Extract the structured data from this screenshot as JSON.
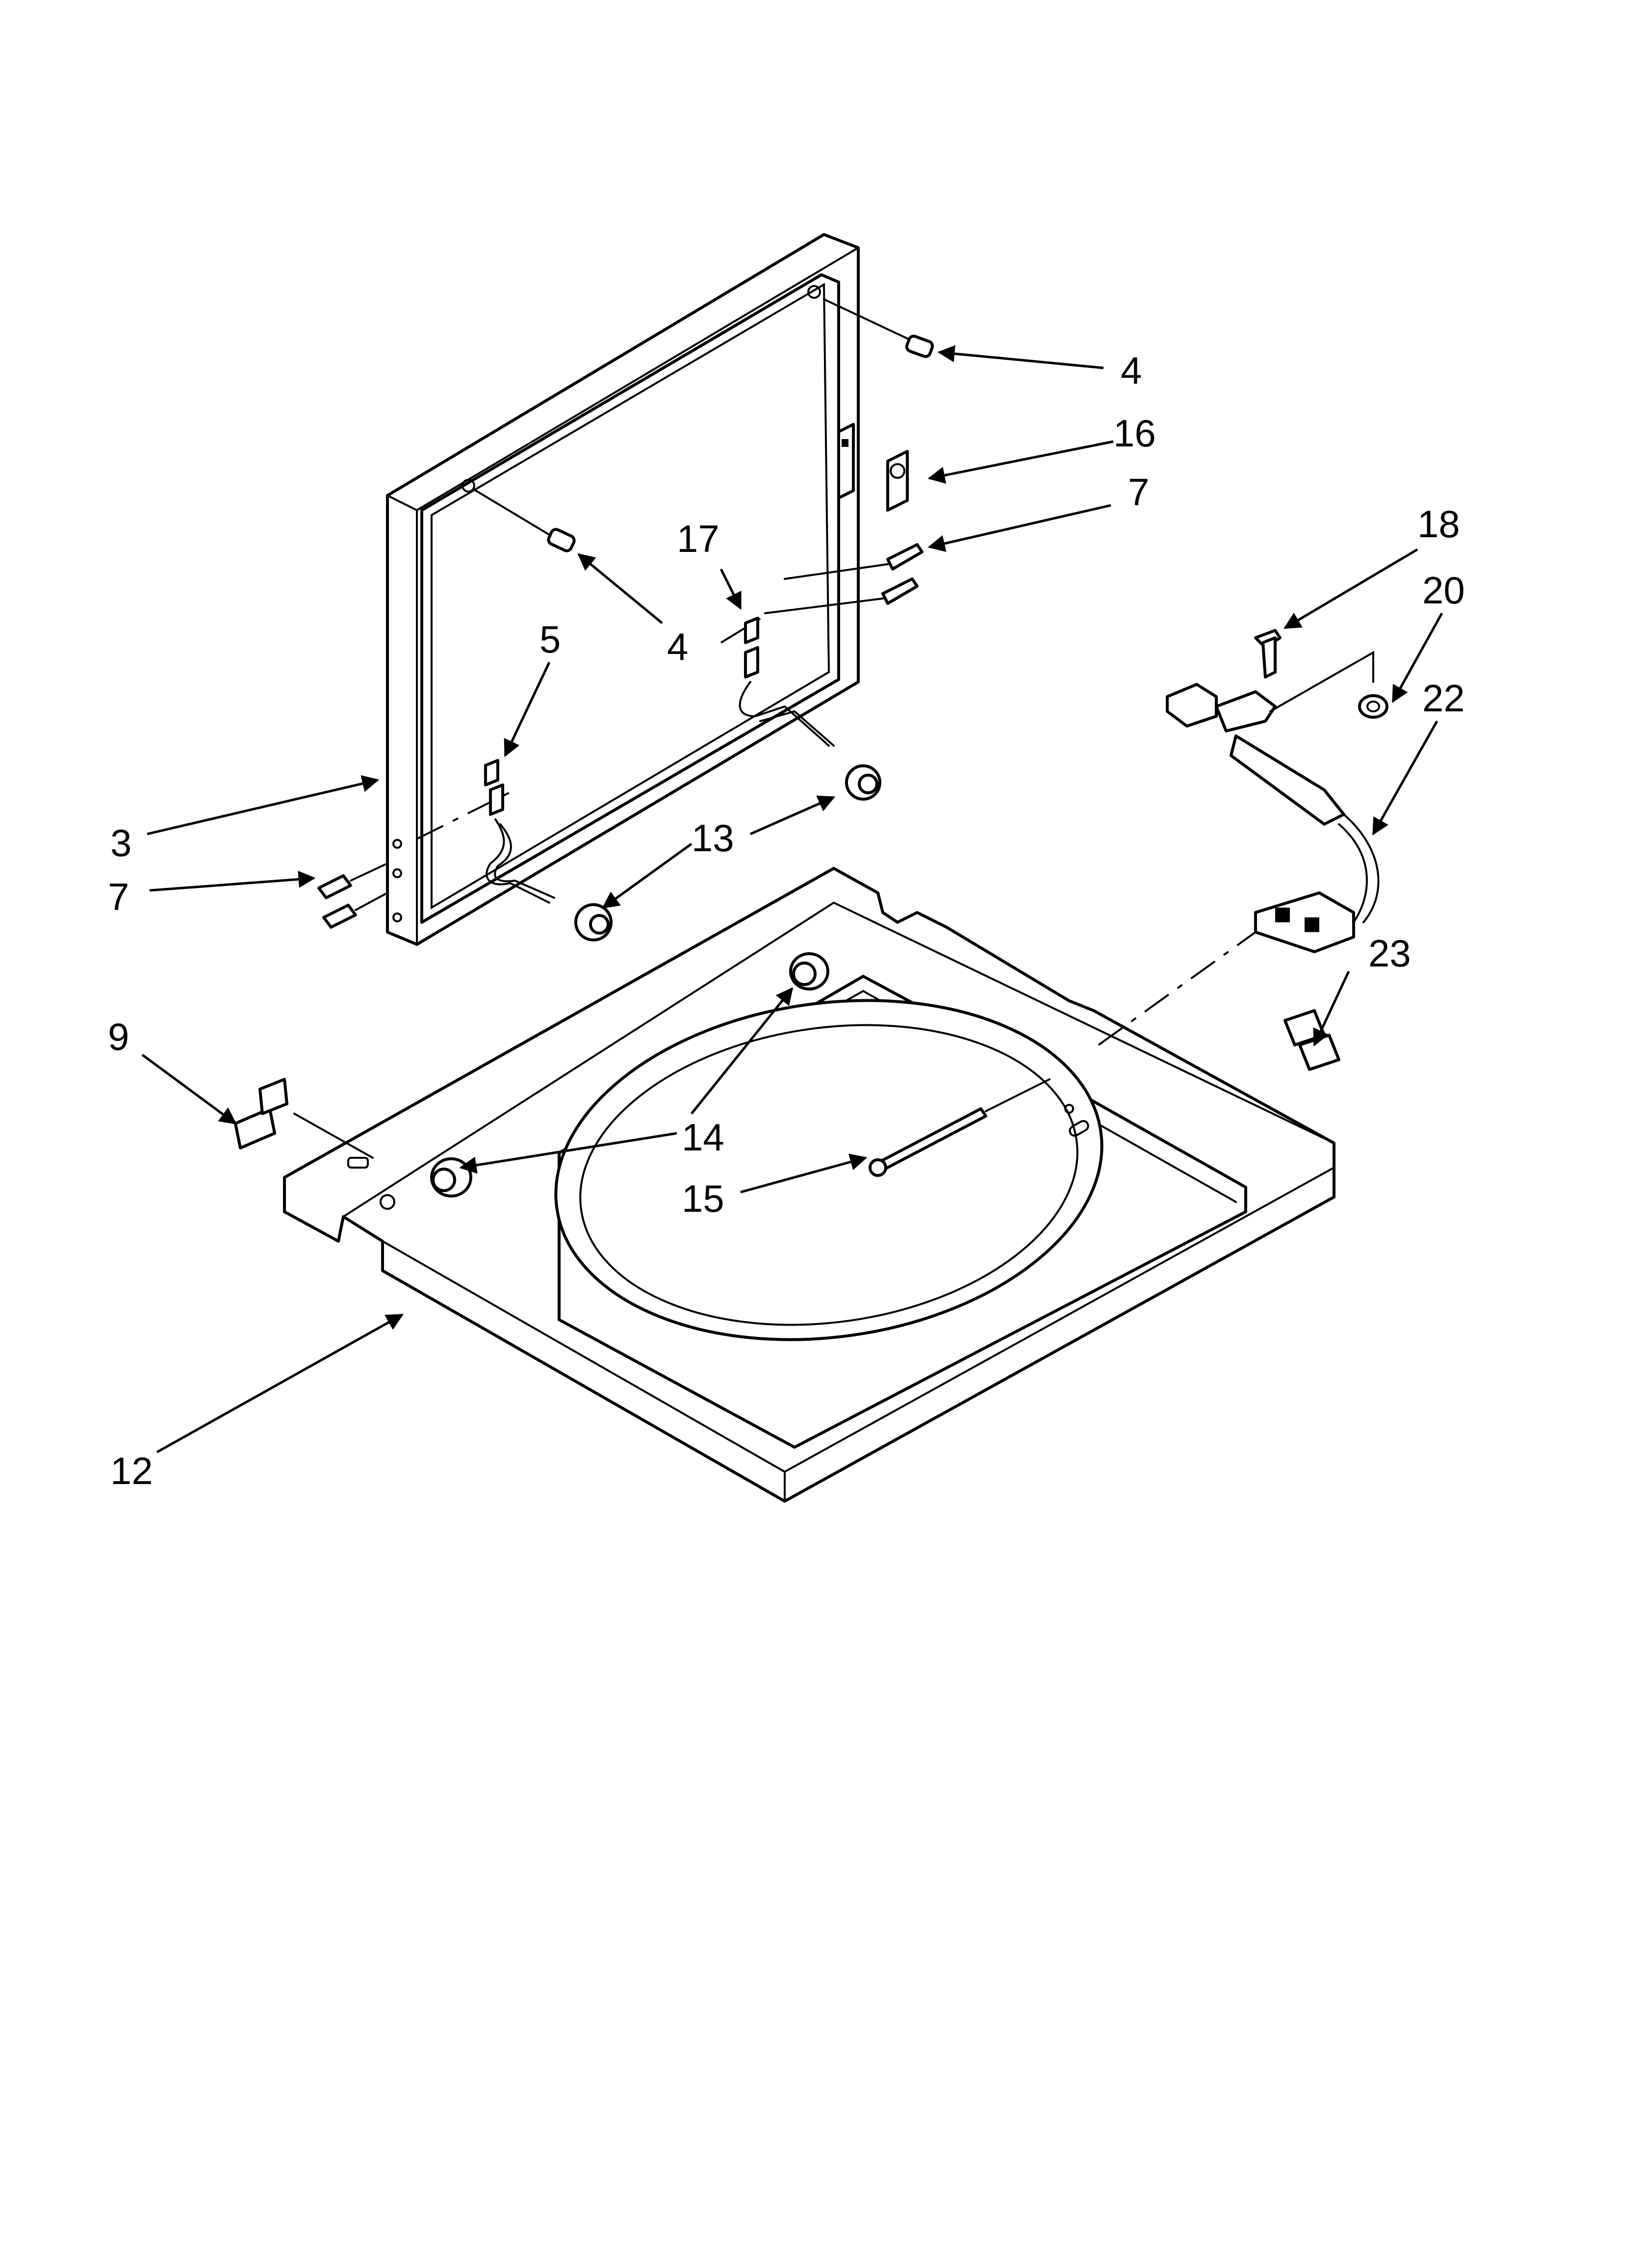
{
  "diagram": {
    "callouts": [
      {
        "id": "c-4-top",
        "label": "4"
      },
      {
        "id": "c-16",
        "label": "16"
      },
      {
        "id": "c-7-right",
        "label": "7"
      },
      {
        "id": "c-17",
        "label": "17"
      },
      {
        "id": "c-4-mid",
        "label": "4"
      },
      {
        "id": "c-5",
        "label": "5"
      },
      {
        "id": "c-18",
        "label": "18"
      },
      {
        "id": "c-20",
        "label": "20"
      },
      {
        "id": "c-22",
        "label": "22"
      },
      {
        "id": "c-3",
        "label": "3"
      },
      {
        "id": "c-13",
        "label": "13"
      },
      {
        "id": "c-7-left",
        "label": "7"
      },
      {
        "id": "c-23",
        "label": "23"
      },
      {
        "id": "c-9",
        "label": "9"
      },
      {
        "id": "c-14",
        "label": "14"
      },
      {
        "id": "c-15",
        "label": "15"
      },
      {
        "id": "c-12",
        "label": "12"
      }
    ]
  }
}
